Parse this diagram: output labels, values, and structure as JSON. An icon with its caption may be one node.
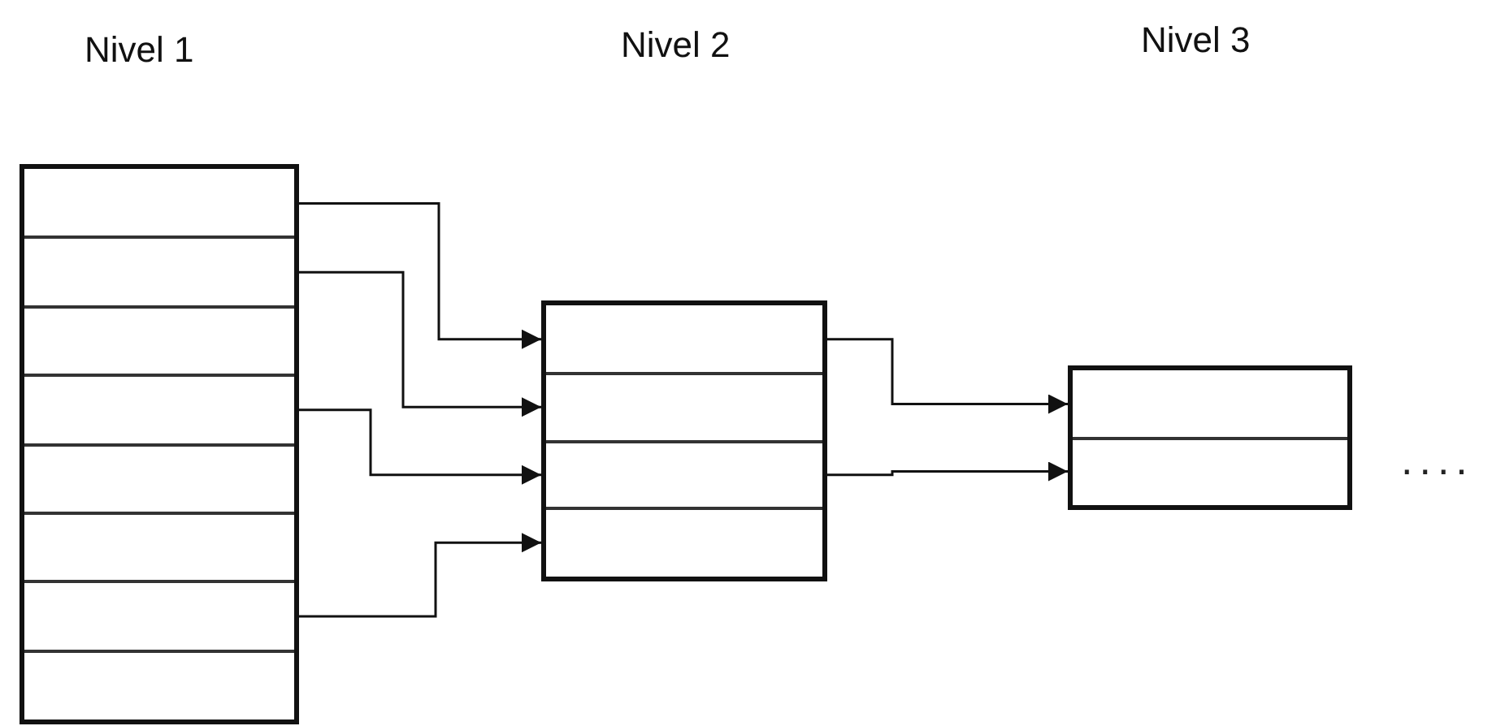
{
  "diagram": {
    "nodes": [
      {
        "text": [],
        "shape": "box"
      },
      {
        "text": [],
        "shape": "box",
        "in": 0
      },
      {
        "text": [],
        "shape": "box",
        "in": 0
      },
      {
        "text": [],
        "shape": "box",
        "in": 0
      },
      {
        "text": [],
        "shape": "box",
        "in": 0
      },
      {
        "text": [],
        "shape": "box",
        "in": 0
      },
      {
        "text": [],
        "shape": "box",
        "in": 0
      },
      {
        "text": [],
        "shape": "box",
        "in": 0
      },
      {
        "text": [],
        "shape": "box",
        "in": 0
      },
      {
        "text": [],
        "shape": "box"
      },
      {
        "text": [],
        "shape": "box",
        "in": 9
      },
      {
        "text": [],
        "shape": "box",
        "in": 9
      },
      {
        "text": [],
        "shape": "box",
        "in": 9
      },
      {
        "text": [],
        "shape": "box",
        "in": 9
      },
      {
        "text": [],
        "shape": "box"
      },
      {
        "text": [],
        "shape": "box",
        "in": 14
      },
      {
        "text": [],
        "shape": "box",
        "in": 14
      }
    ],
    "edges": [
      {
        "from": 1,
        "to": 10,
        "arrow": "to"
      },
      {
        "from": 2,
        "to": 11,
        "arrow": "to"
      },
      {
        "from": 4,
        "to": 12,
        "arrow": "to"
      },
      {
        "from": 7,
        "to": 13,
        "arrow": "to"
      },
      {
        "from": 10,
        "to": 15,
        "arrow": "to"
      },
      {
        "from": 12,
        "to": 16,
        "arrow": "to"
      }
    ],
    "labels": [
      "Nivel 1",
      "Nivel 2",
      "Nivel 3",
      "...."
    ]
  }
}
